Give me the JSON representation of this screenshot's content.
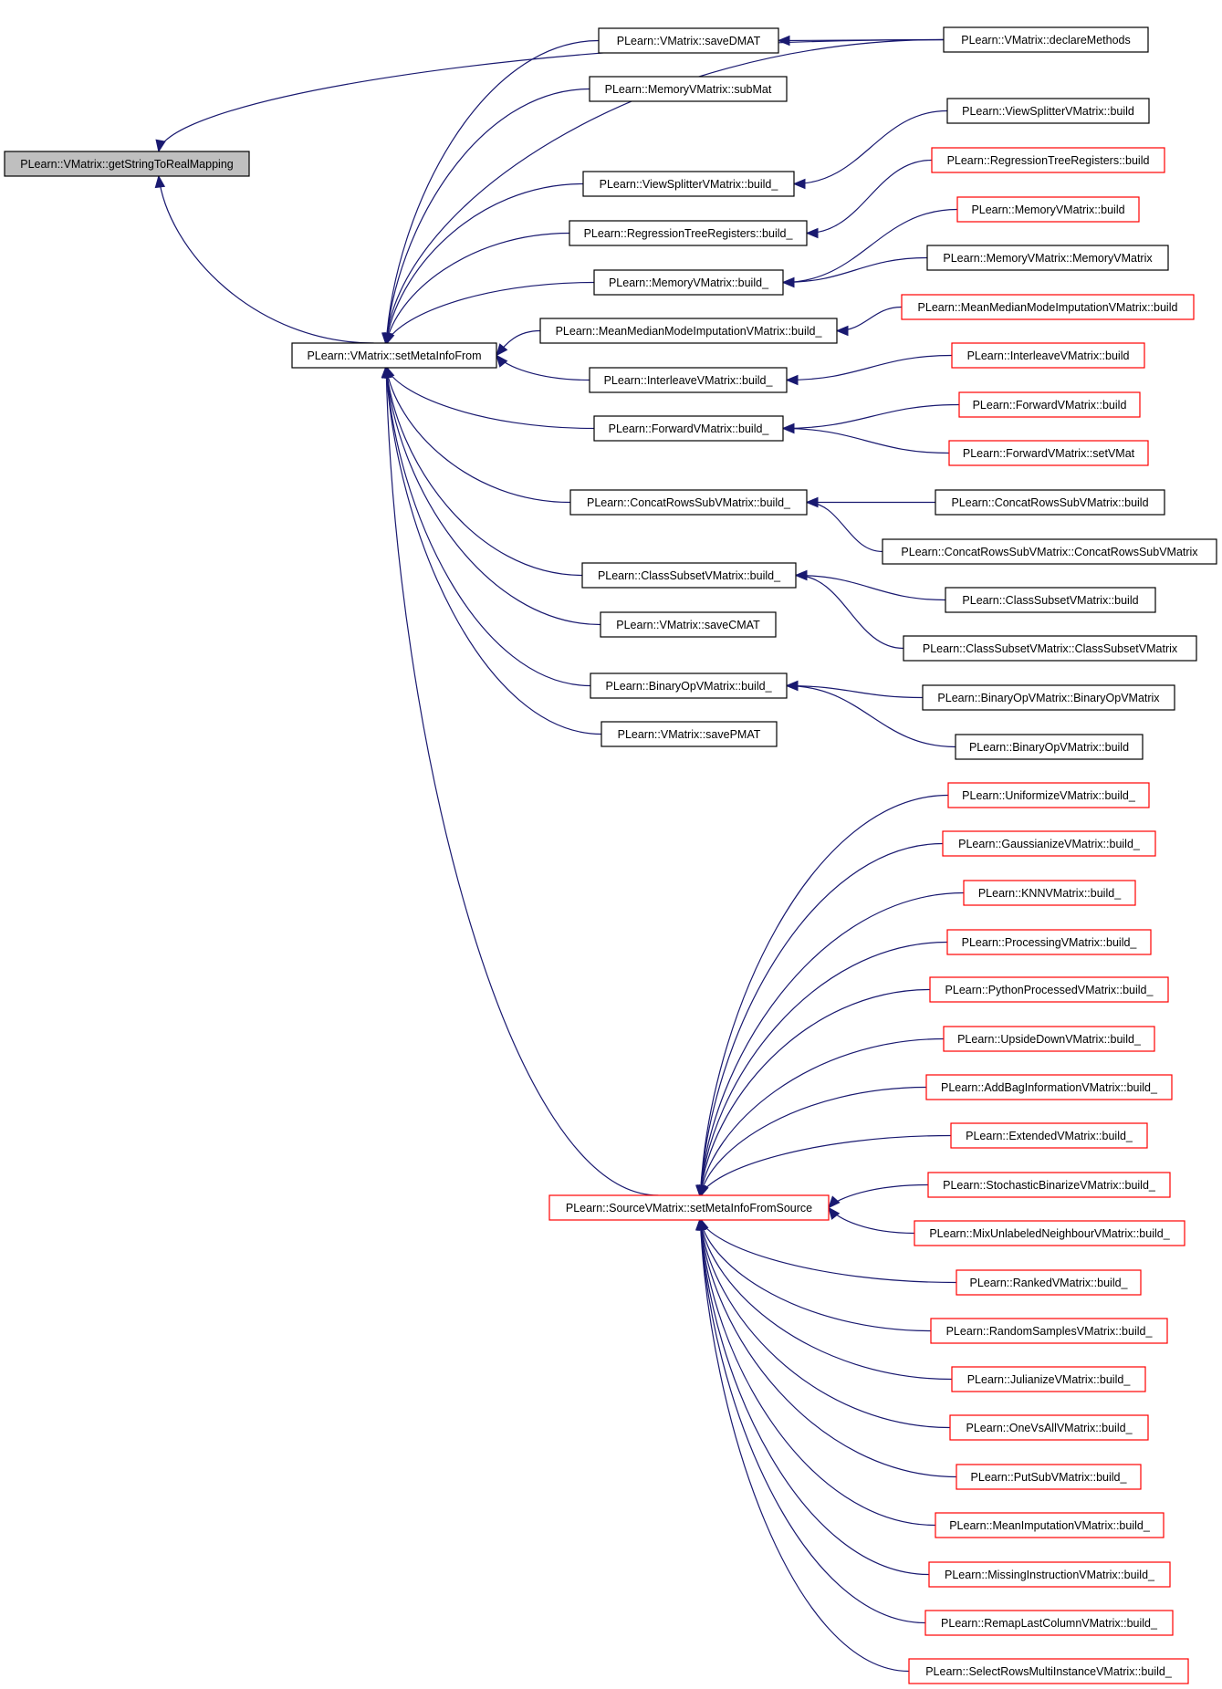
{
  "colors": {
    "edge": "#191970",
    "border_normal": "#000000",
    "border_truncated": "#ff0000",
    "root_fill": "#bfbfbf",
    "node_fill": "#ffffff"
  },
  "nodes": [
    {
      "id": "getStringToRealMapping",
      "label": "PLearn::VMatrix::getStringToRealMapping",
      "style": "root"
    },
    {
      "id": "setMetaInfoFrom",
      "label": "PLearn::VMatrix::setMetaInfoFrom",
      "style": "normal"
    },
    {
      "id": "declareMethods",
      "label": "PLearn::VMatrix::declareMethods",
      "style": "normal"
    },
    {
      "id": "saveDMAT",
      "label": "PLearn::VMatrix::saveDMAT",
      "style": "normal"
    },
    {
      "id": "subMat",
      "label": "PLearn::MemoryVMatrix::subMat",
      "style": "normal"
    },
    {
      "id": "ViewSplitter_build_",
      "label": "PLearn::ViewSplitterVMatrix::build_",
      "style": "normal"
    },
    {
      "id": "ViewSplitter_build",
      "label": "PLearn::ViewSplitterVMatrix::build",
      "style": "normal"
    },
    {
      "id": "RegTree_build_",
      "label": "PLearn::RegressionTreeRegisters::build_",
      "style": "normal"
    },
    {
      "id": "RegTree_build",
      "label": "PLearn::RegressionTreeRegisters::build",
      "style": "truncated"
    },
    {
      "id": "Memory_build_",
      "label": "PLearn::MemoryVMatrix::build_",
      "style": "normal"
    },
    {
      "id": "Memory_build",
      "label": "PLearn::MemoryVMatrix::build",
      "style": "truncated"
    },
    {
      "id": "Memory_ctor",
      "label": "PLearn::MemoryVMatrix::MemoryVMatrix",
      "style": "normal"
    },
    {
      "id": "MeanMedian_build_",
      "label": "PLearn::MeanMedianModeImputationVMatrix::build_",
      "style": "normal"
    },
    {
      "id": "MeanMedian_build",
      "label": "PLearn::MeanMedianModeImputationVMatrix::build",
      "style": "truncated"
    },
    {
      "id": "Interleave_build_",
      "label": "PLearn::InterleaveVMatrix::build_",
      "style": "normal"
    },
    {
      "id": "Interleave_build",
      "label": "PLearn::InterleaveVMatrix::build",
      "style": "truncated"
    },
    {
      "id": "Forward_build_",
      "label": "PLearn::ForwardVMatrix::build_",
      "style": "normal"
    },
    {
      "id": "Forward_build",
      "label": "PLearn::ForwardVMatrix::build",
      "style": "truncated"
    },
    {
      "id": "Forward_setVMat",
      "label": "PLearn::ForwardVMatrix::setVMat",
      "style": "truncated"
    },
    {
      "id": "Concat_build_",
      "label": "PLearn::ConcatRowsSubVMatrix::build_",
      "style": "normal"
    },
    {
      "id": "Concat_build",
      "label": "PLearn::ConcatRowsSubVMatrix::build",
      "style": "normal"
    },
    {
      "id": "Concat_ctor",
      "label": "PLearn::ConcatRowsSubVMatrix::ConcatRowsSubVMatrix",
      "style": "normal"
    },
    {
      "id": "ClassSubset_build_",
      "label": "PLearn::ClassSubsetVMatrix::build_",
      "style": "normal"
    },
    {
      "id": "ClassSubset_build",
      "label": "PLearn::ClassSubsetVMatrix::build",
      "style": "normal"
    },
    {
      "id": "ClassSubset_ctor",
      "label": "PLearn::ClassSubsetVMatrix::ClassSubsetVMatrix",
      "style": "normal"
    },
    {
      "id": "saveCMAT",
      "label": "PLearn::VMatrix::saveCMAT",
      "style": "normal"
    },
    {
      "id": "BinaryOp_build_",
      "label": "PLearn::BinaryOpVMatrix::build_",
      "style": "normal"
    },
    {
      "id": "BinaryOp_ctor",
      "label": "PLearn::BinaryOpVMatrix::BinaryOpVMatrix",
      "style": "normal"
    },
    {
      "id": "BinaryOp_build",
      "label": "PLearn::BinaryOpVMatrix::build",
      "style": "normal"
    },
    {
      "id": "savePMAT",
      "label": "PLearn::VMatrix::savePMAT",
      "style": "normal"
    },
    {
      "id": "setMetaInfoFromSource",
      "label": "PLearn::SourceVMatrix::setMetaInfoFromSource",
      "style": "truncated"
    },
    {
      "id": "Uniformize",
      "label": "PLearn::UniformizeVMatrix::build_",
      "style": "truncated"
    },
    {
      "id": "Gaussianize",
      "label": "PLearn::GaussianizeVMatrix::build_",
      "style": "truncated"
    },
    {
      "id": "KNNV",
      "label": "PLearn::KNNVMatrix::build_",
      "style": "truncated"
    },
    {
      "id": "Processing",
      "label": "PLearn::ProcessingVMatrix::build_",
      "style": "truncated"
    },
    {
      "id": "PythonProcessed",
      "label": "PLearn::PythonProcessedVMatrix::build_",
      "style": "truncated"
    },
    {
      "id": "UpsideDown",
      "label": "PLearn::UpsideDownVMatrix::build_",
      "style": "truncated"
    },
    {
      "id": "AddBag",
      "label": "PLearn::AddBagInformationVMatrix::build_",
      "style": "truncated"
    },
    {
      "id": "Extended",
      "label": "PLearn::ExtendedVMatrix::build_",
      "style": "truncated"
    },
    {
      "id": "StochasticBinarize",
      "label": "PLearn::StochasticBinarizeVMatrix::build_",
      "style": "truncated"
    },
    {
      "id": "MixUnlabeled",
      "label": "PLearn::MixUnlabeledNeighbourVMatrix::build_",
      "style": "truncated"
    },
    {
      "id": "Ranked",
      "label": "PLearn::RankedVMatrix::build_",
      "style": "truncated"
    },
    {
      "id": "RandomSamples",
      "label": "PLearn::RandomSamplesVMatrix::build_",
      "style": "truncated"
    },
    {
      "id": "Julianize",
      "label": "PLearn::JulianizeVMatrix::build_",
      "style": "truncated"
    },
    {
      "id": "OneVsAll",
      "label": "PLearn::OneVsAllVMatrix::build_",
      "style": "truncated"
    },
    {
      "id": "PutSub",
      "label": "PLearn::PutSubVMatrix::build_",
      "style": "truncated"
    },
    {
      "id": "MeanImputation",
      "label": "PLearn::MeanImputationVMatrix::build_",
      "style": "truncated"
    },
    {
      "id": "MissingInstruction",
      "label": "PLearn::MissingInstructionVMatrix::build_",
      "style": "truncated"
    },
    {
      "id": "RemapLastColumn",
      "label": "PLearn::RemapLastColumnVMatrix::build_",
      "style": "truncated"
    },
    {
      "id": "SelectRowsMulti",
      "label": "PLearn::SelectRowsMultiInstanceVMatrix::build_",
      "style": "truncated"
    }
  ],
  "edges": [
    [
      "declareMethods",
      "getStringToRealMapping"
    ],
    [
      "setMetaInfoFrom",
      "getStringToRealMapping"
    ],
    [
      "declareMethods",
      "saveDMAT"
    ],
    [
      "saveDMAT",
      "setMetaInfoFrom"
    ],
    [
      "subMat",
      "setMetaInfoFrom"
    ],
    [
      "declareMethods",
      "setMetaInfoFrom"
    ],
    [
      "ViewSplitter_build_",
      "setMetaInfoFrom"
    ],
    [
      "RegTree_build_",
      "setMetaInfoFrom"
    ],
    [
      "Memory_build_",
      "setMetaInfoFrom"
    ],
    [
      "MeanMedian_build_",
      "setMetaInfoFrom"
    ],
    [
      "Interleave_build_",
      "setMetaInfoFrom"
    ],
    [
      "Forward_build_",
      "setMetaInfoFrom"
    ],
    [
      "Concat_build_",
      "setMetaInfoFrom"
    ],
    [
      "ClassSubset_build_",
      "setMetaInfoFrom"
    ],
    [
      "saveCMAT",
      "setMetaInfoFrom"
    ],
    [
      "BinaryOp_build_",
      "setMetaInfoFrom"
    ],
    [
      "savePMAT",
      "setMetaInfoFrom"
    ],
    [
      "setMetaInfoFromSource",
      "setMetaInfoFrom"
    ],
    [
      "ViewSplitter_build",
      "ViewSplitter_build_"
    ],
    [
      "RegTree_build",
      "RegTree_build_"
    ],
    [
      "Memory_build",
      "Memory_build_"
    ],
    [
      "Memory_ctor",
      "Memory_build_"
    ],
    [
      "MeanMedian_build",
      "MeanMedian_build_"
    ],
    [
      "Interleave_build",
      "Interleave_build_"
    ],
    [
      "Forward_build",
      "Forward_build_"
    ],
    [
      "Forward_setVMat",
      "Forward_build_"
    ],
    [
      "Concat_build",
      "Concat_build_"
    ],
    [
      "Concat_ctor",
      "Concat_build_"
    ],
    [
      "ClassSubset_build",
      "ClassSubset_build_"
    ],
    [
      "ClassSubset_ctor",
      "ClassSubset_build_"
    ],
    [
      "BinaryOp_ctor",
      "BinaryOp_build_"
    ],
    [
      "BinaryOp_build",
      "BinaryOp_build_"
    ],
    [
      "Uniformize",
      "setMetaInfoFromSource"
    ],
    [
      "Gaussianize",
      "setMetaInfoFromSource"
    ],
    [
      "KNNV",
      "setMetaInfoFromSource"
    ],
    [
      "Processing",
      "setMetaInfoFromSource"
    ],
    [
      "PythonProcessed",
      "setMetaInfoFromSource"
    ],
    [
      "UpsideDown",
      "setMetaInfoFromSource"
    ],
    [
      "AddBag",
      "setMetaInfoFromSource"
    ],
    [
      "Extended",
      "setMetaInfoFromSource"
    ],
    [
      "StochasticBinarize",
      "setMetaInfoFromSource"
    ],
    [
      "MixUnlabeled",
      "setMetaInfoFromSource"
    ],
    [
      "Ranked",
      "setMetaInfoFromSource"
    ],
    [
      "RandomSamples",
      "setMetaInfoFromSource"
    ],
    [
      "Julianize",
      "setMetaInfoFromSource"
    ],
    [
      "OneVsAll",
      "setMetaInfoFromSource"
    ],
    [
      "PutSub",
      "setMetaInfoFromSource"
    ],
    [
      "MeanImputation",
      "setMetaInfoFromSource"
    ],
    [
      "MissingInstruction",
      "setMetaInfoFromSource"
    ],
    [
      "RemapLastColumn",
      "setMetaInfoFromSource"
    ],
    [
      "SelectRowsMulti",
      "setMetaInfoFromSource"
    ]
  ]
}
